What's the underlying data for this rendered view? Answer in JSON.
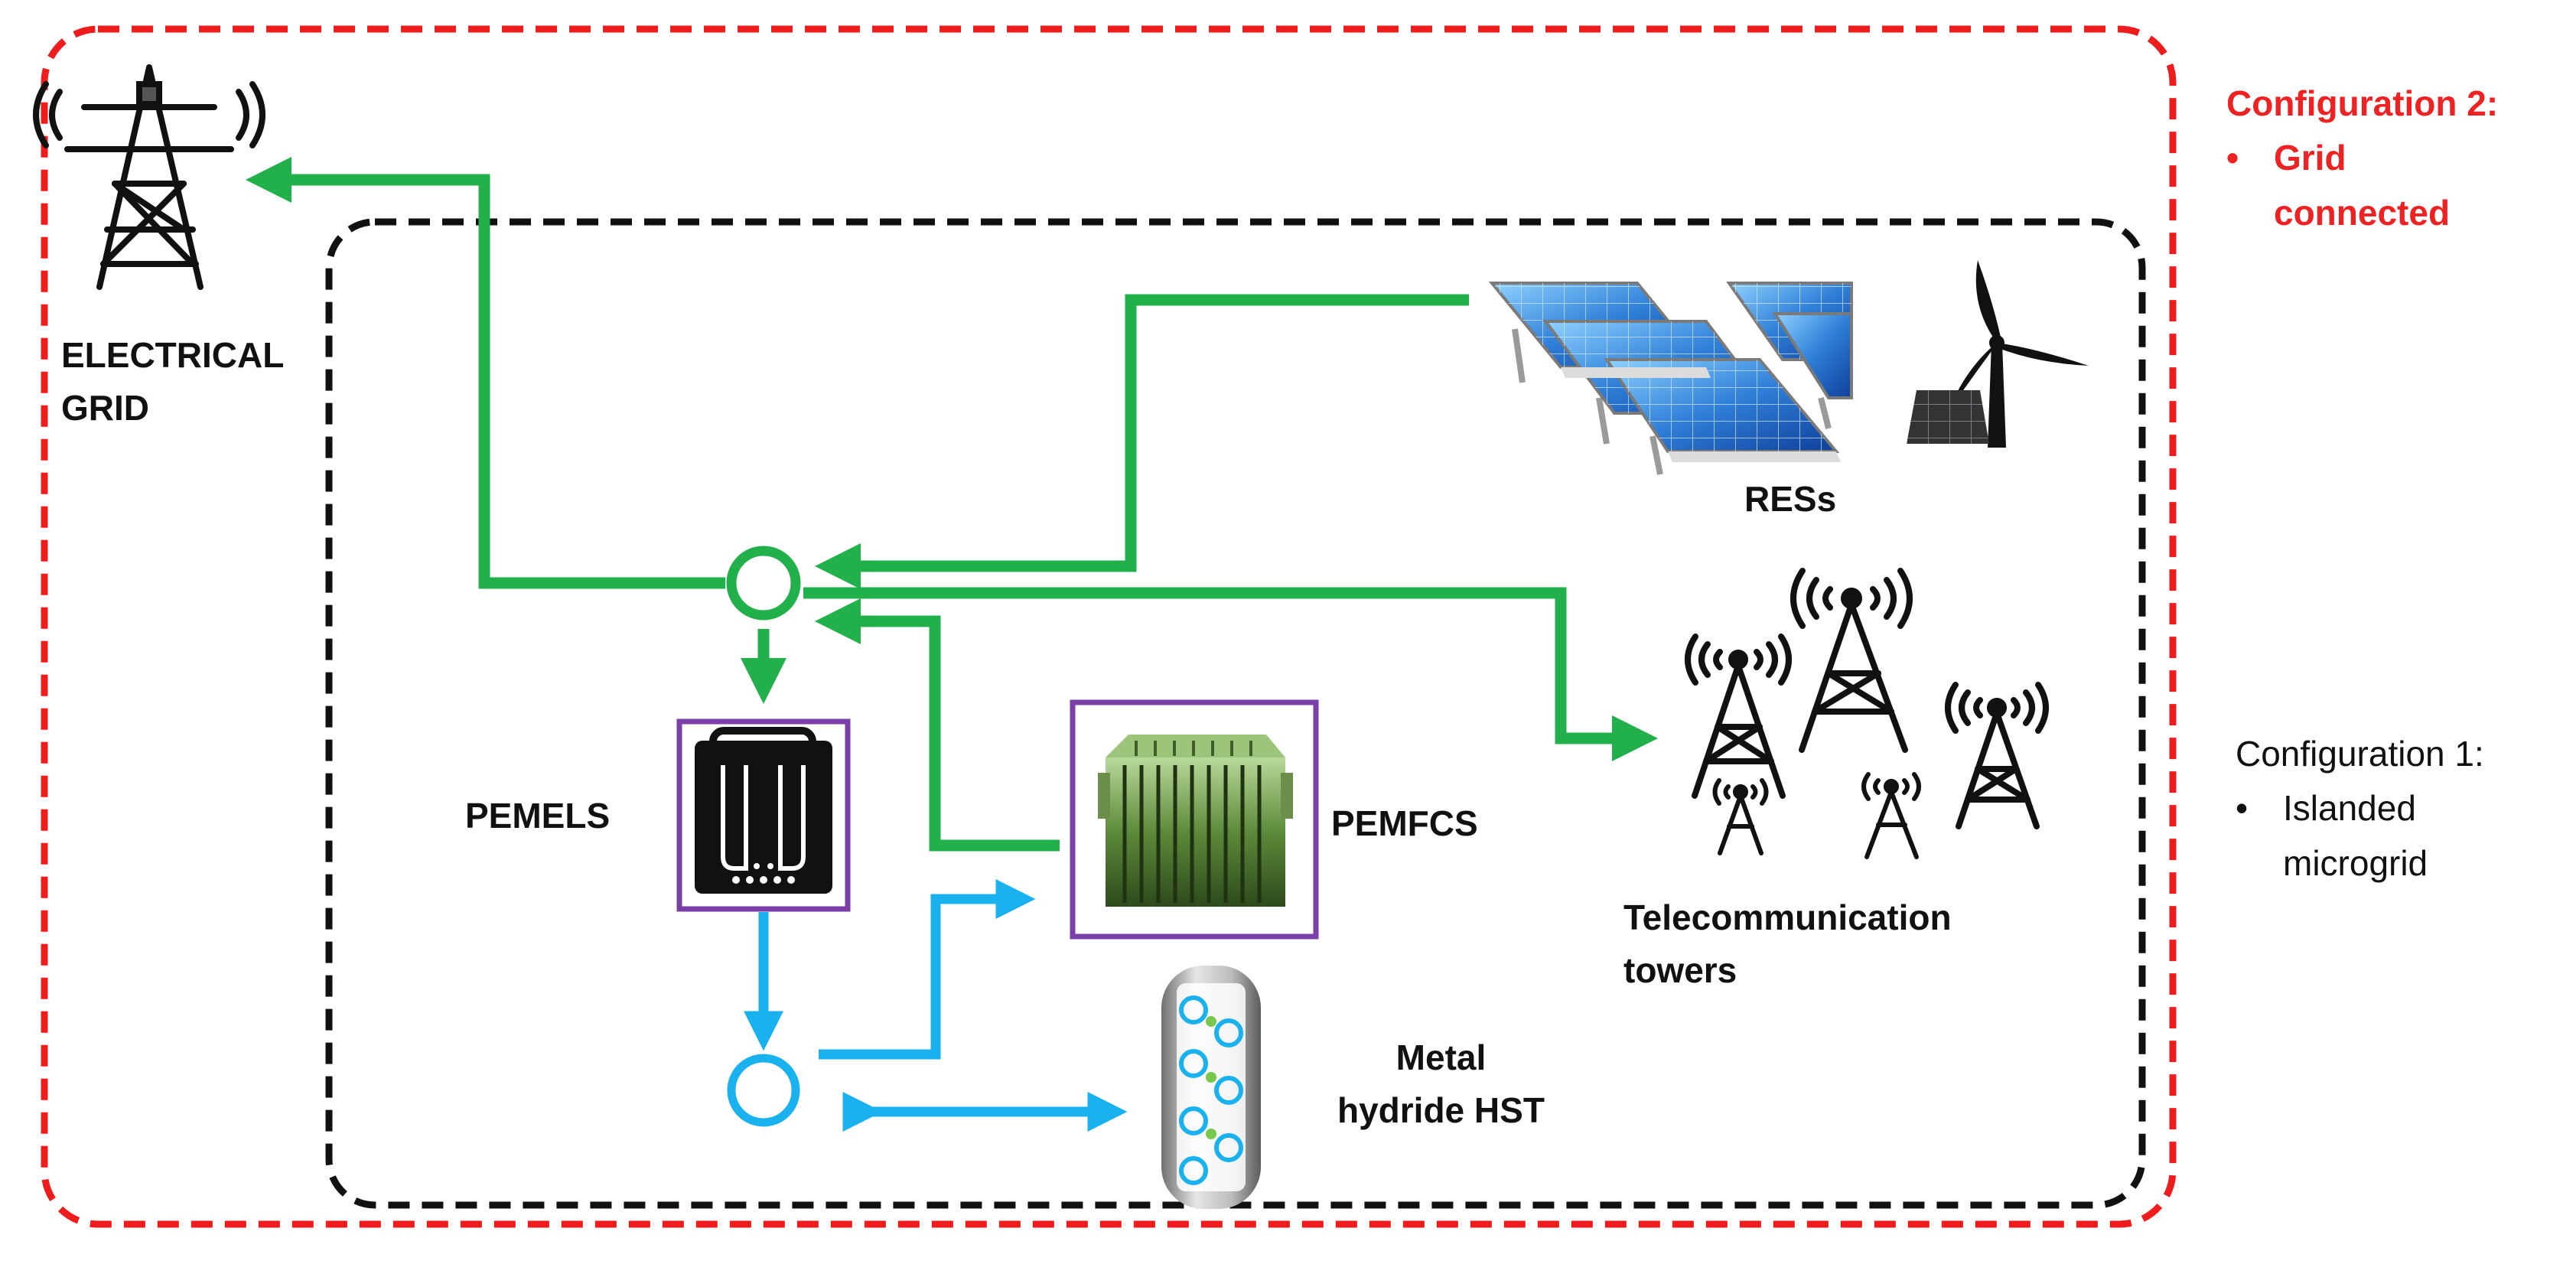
{
  "colors": {
    "outer_border": "#ee1c1c",
    "inner_border": "#111111",
    "power_flow": "#22b04b",
    "hydrogen_flow": "#1ab2ee",
    "component_box": "#7b3fa8",
    "config2_text": "#ee2222"
  },
  "labels": {
    "electrical_grid": [
      "ELECTRICAL",
      "GRID"
    ],
    "res": "RESs",
    "pemels": "PEMELS",
    "pemfcs": "PEMFCS",
    "telecom": [
      "Telecommunication",
      "towers"
    ],
    "metal_hydride": [
      "Metal",
      "hydride HST"
    ]
  },
  "config2": {
    "title": "Configuration 2:",
    "items": [
      "Grid",
      "connected"
    ]
  },
  "config1": {
    "title": "Configuration 1:",
    "items": [
      "Islanded",
      "microgrid"
    ]
  },
  "icons": [
    "transmission-tower-icon",
    "solar-panels-icon",
    "wind-turbine-icon",
    "telecom-towers-icon",
    "electrolyzer-icon",
    "fuel-cell-icon",
    "hydride-tank-icon"
  ]
}
